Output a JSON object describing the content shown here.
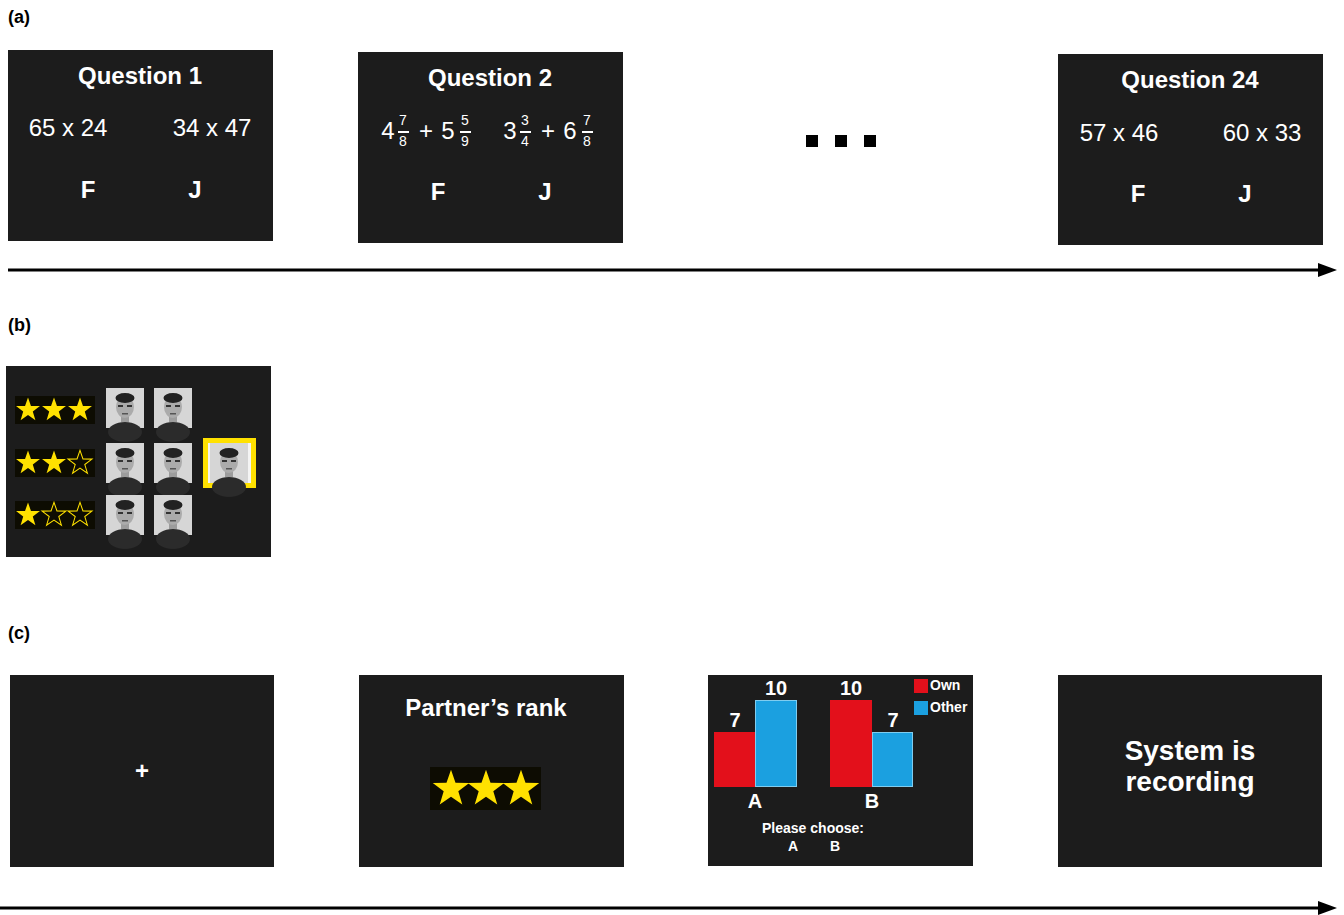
{
  "diagram": {
    "nodes": [
      {
        "text": [
          "Question 1",
          "65 x 24",
          "34 x 47",
          "F",
          "J"
        ]
      },
      {
        "text": [
          "Question 2",
          "4",
          "7",
          "8",
          "+",
          "5",
          "5",
          "9",
          "3",
          "3",
          "4",
          "+",
          "6",
          "7",
          "8",
          "F",
          "J"
        ]
      },
      {
        "text": [
          "Question 24",
          "57 x 46",
          "60 x 33",
          "F",
          "J"
        ]
      },
      {
        "text": [
          "+"
        ]
      },
      {
        "text": [
          "Partner’s rank"
        ]
      },
      {
        "text": [
          "7",
          "10",
          "10",
          "7",
          "A",
          "B",
          "Please choose:",
          "A",
          "B"
        ]
      },
      {
        "text": [
          "System is recording"
        ]
      }
    ],
    "labels": [
      "(a)",
      "(b)",
      "(c)"
    ],
    "legend": [
      {
        "text": "Own",
        "color": "#e3101b"
      },
      {
        "text": "Other",
        "color": "#1ba0e0"
      }
    ]
  }
}
